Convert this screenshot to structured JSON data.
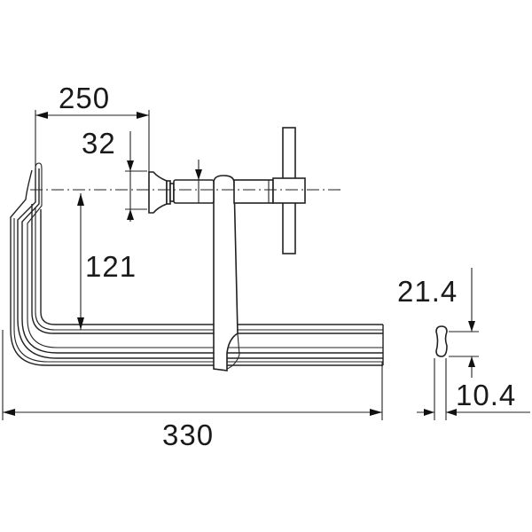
{
  "drawing": {
    "title": "F-type bar clamp dimension drawing",
    "units": "mm",
    "line_color": "#222222",
    "background": "#ffffff"
  },
  "dimensions": {
    "throat_depth": {
      "label": "250",
      "value": 250
    },
    "pad_diameter": {
      "label": "32",
      "value": 32
    },
    "clamping_height": {
      "label": "121",
      "value": 121
    },
    "overall_length": {
      "label": "330",
      "value": 330
    },
    "bar_height": {
      "label": "21.4",
      "value": 21.4
    },
    "bar_thickness": {
      "label": "10.4",
      "value": 10.4
    }
  },
  "views": [
    {
      "name": "side-view",
      "parts": [
        "fixed-jaw-frame",
        "sliding-arm",
        "screw-spindle",
        "swivel-pad",
        "t-handle",
        "bar-rail"
      ]
    },
    {
      "name": "bar-cross-section",
      "parts": [
        "dogbone-profile"
      ]
    }
  ]
}
